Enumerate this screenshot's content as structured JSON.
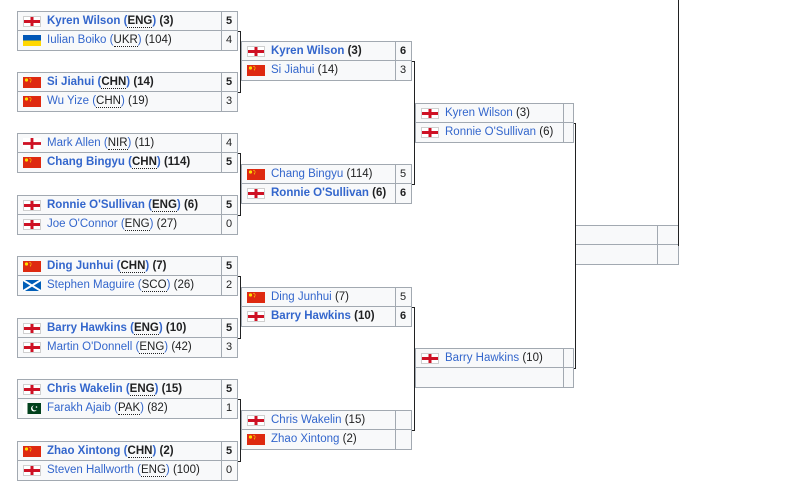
{
  "round1": [
    {
      "p1": {
        "name": "Kyren Wilson",
        "nat": "ENG",
        "seed": "(3)",
        "flag": "eng",
        "score": "5",
        "won": true
      },
      "p2": {
        "name": "Iulian Boiko",
        "nat": "UKR",
        "seed": "(104)",
        "flag": "ukr",
        "score": "4",
        "won": false
      }
    },
    {
      "p1": {
        "name": "Si Jiahui",
        "nat": "CHN",
        "seed": "(14)",
        "flag": "chn",
        "score": "5",
        "won": true
      },
      "p2": {
        "name": "Wu Yize",
        "nat": "CHN",
        "seed": "(19)",
        "flag": "chn",
        "score": "3",
        "won": false
      }
    },
    {
      "p1": {
        "name": "Mark Allen",
        "nat": "NIR",
        "seed": "(11)",
        "flag": "nir",
        "score": "4",
        "won": false
      },
      "p2": {
        "name": "Chang Bingyu",
        "nat": "CHN",
        "seed": "(114)",
        "flag": "chn",
        "score": "5",
        "won": true
      }
    },
    {
      "p1": {
        "name": "Ronnie O'Sullivan",
        "nat": "ENG",
        "seed": "(6)",
        "flag": "eng",
        "score": "5",
        "won": true
      },
      "p2": {
        "name": "Joe O'Connor",
        "nat": "ENG",
        "seed": "(27)",
        "flag": "eng",
        "score": "0",
        "won": false
      }
    },
    {
      "p1": {
        "name": "Ding Junhui",
        "nat": "CHN",
        "seed": "(7)",
        "flag": "chn",
        "score": "5",
        "won": true
      },
      "p2": {
        "name": "Stephen Maguire",
        "nat": "SCO",
        "seed": "(26)",
        "flag": "sco",
        "score": "2",
        "won": false
      }
    },
    {
      "p1": {
        "name": "Barry Hawkins",
        "nat": "ENG",
        "seed": "(10)",
        "flag": "eng",
        "score": "5",
        "won": true
      },
      "p2": {
        "name": "Martin O'Donnell",
        "nat": "ENG",
        "seed": "(42)",
        "flag": "eng",
        "score": "3",
        "won": false
      }
    },
    {
      "p1": {
        "name": "Chris Wakelin",
        "nat": "ENG",
        "seed": "(15)",
        "flag": "eng",
        "score": "5",
        "won": true
      },
      "p2": {
        "name": "Farakh Ajaib",
        "nat": "PAK",
        "seed": "(82)",
        "flag": "pak",
        "score": "1",
        "won": false
      }
    },
    {
      "p1": {
        "name": "Zhao Xintong",
        "nat": "CHN",
        "seed": "(2)",
        "flag": "chn",
        "score": "5",
        "won": true
      },
      "p2": {
        "name": "Steven Hallworth",
        "nat": "ENG",
        "seed": "(100)",
        "flag": "eng",
        "score": "0",
        "won": false
      }
    }
  ],
  "round2": [
    {
      "p1": {
        "name": "Kyren Wilson",
        "seed": "(3)",
        "flag": "eng",
        "score": "6",
        "won": true
      },
      "p2": {
        "name": "Si Jiahui",
        "seed": "(14)",
        "flag": "chn",
        "score": "3",
        "won": false
      }
    },
    {
      "p1": {
        "name": "Chang Bingyu",
        "seed": "(114)",
        "flag": "chn",
        "score": "5",
        "won": false
      },
      "p2": {
        "name": "Ronnie O'Sullivan",
        "seed": "(6)",
        "flag": "eng",
        "score": "6",
        "won": true
      }
    },
    {
      "p1": {
        "name": "Ding Junhui",
        "seed": "(7)",
        "flag": "chn",
        "score": "5",
        "won": false
      },
      "p2": {
        "name": "Barry Hawkins",
        "seed": "(10)",
        "flag": "eng",
        "score": "6",
        "won": true
      }
    },
    {
      "p1": {
        "name": "Chris Wakelin",
        "seed": "(15)",
        "flag": "eng",
        "score": "",
        "won": false
      },
      "p2": {
        "name": "Zhao Xintong",
        "seed": "(2)",
        "flag": "chn",
        "score": "",
        "won": false
      }
    }
  ],
  "round3": [
    {
      "p1": {
        "name": "Kyren Wilson",
        "seed": "(3)",
        "flag": "eng",
        "score": "",
        "won": false
      },
      "p2": {
        "name": "Ronnie O'Sullivan",
        "seed": "(6)",
        "flag": "eng",
        "score": "",
        "won": false
      }
    },
    {
      "p1": {
        "name": "Barry Hawkins",
        "seed": "(10)",
        "flag": "eng",
        "score": "",
        "won": false
      },
      "p2": {
        "name": "",
        "seed": "",
        "flag": "",
        "score": "",
        "won": false
      }
    }
  ],
  "round4": [
    {
      "p1": {
        "name": "",
        "seed": "",
        "flag": "",
        "score": "",
        "won": false
      },
      "p2": {
        "name": "",
        "seed": "",
        "flag": "",
        "score": "",
        "won": false
      }
    }
  ],
  "round5": [
    {
      "p1": {
        "name": "",
        "seed": "",
        "flag": "",
        "score": "",
        "won": false
      }
    }
  ]
}
